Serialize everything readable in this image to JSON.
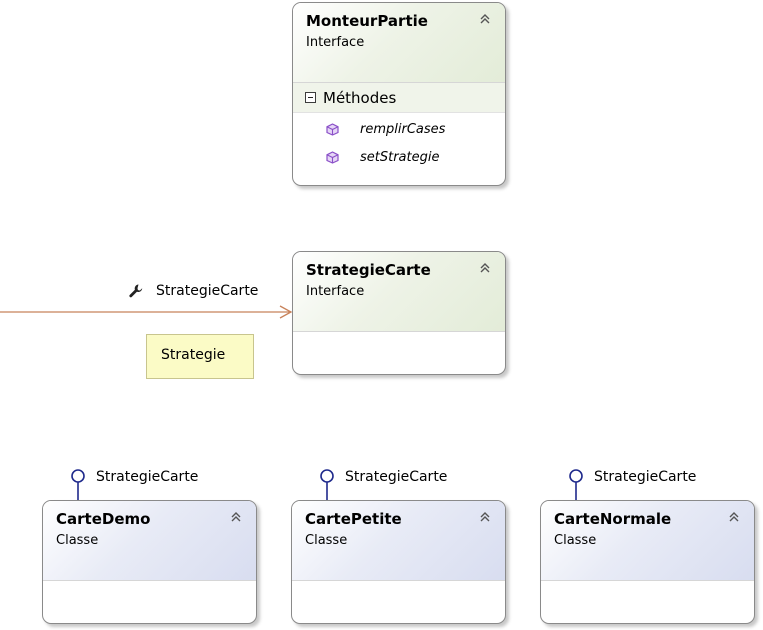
{
  "monteur": {
    "name": "MonteurPartie",
    "kind": "Interface",
    "section_label": "Méthodes",
    "methods": [
      "remplirCases",
      "setStrategie"
    ]
  },
  "strategie_carte": {
    "name": "StrategieCarte",
    "kind": "Interface"
  },
  "association": {
    "label": "StrategieCarte",
    "icon": "wrench-icon"
  },
  "note": {
    "text": "Strategie"
  },
  "classes": [
    {
      "name": "CarteDemo",
      "kind": "Classe",
      "implements": "StrategieCarte"
    },
    {
      "name": "CartePetite",
      "kind": "Classe",
      "implements": "StrategieCarte"
    },
    {
      "name": "CarteNormale",
      "kind": "Classe",
      "implements": "StrategieCarte"
    }
  ],
  "colors": {
    "association_line": "#c8825a",
    "lollipop": "#1f2a8c",
    "method_icon": "#8a4fc8",
    "note_fill": "#fbfbc6"
  }
}
